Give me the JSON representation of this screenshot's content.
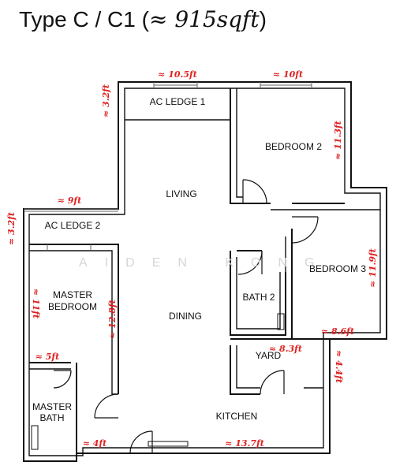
{
  "title": {
    "prefix": "Type C / C1 (",
    "approx": "≈ ",
    "area": "915sqft",
    "suffix": ")"
  },
  "rooms": {
    "ac_ledge_1": "AC LEDGE 1",
    "bedroom_2": "BEDROOM 2",
    "living": "LIVING",
    "ac_ledge_2": "AC LEDGE 2",
    "master_bedroom_line1": "MASTER",
    "master_bedroom_line2": "BEDROOM",
    "dining": "DINING",
    "bath_2": "BATH 2",
    "bedroom_3": "BEDROOM 3",
    "yard": "YARD",
    "master_bath_line1": "MASTER",
    "master_bath_line2": "BATH",
    "kitchen": "KITCHEN"
  },
  "dimensions": {
    "ac_ledge_1_width": "≈ 10.5ft",
    "ac_ledge_1_depth": "≈ 3.2ft",
    "bedroom_2_width": "≈ 10ft",
    "bedroom_2_depth": "≈ 11.3ft",
    "ac_ledge_2_width": "≈ 9ft",
    "ac_ledge_2_depth": "≈ 3.2ft",
    "master_bedroom_depth": "≈ 11ft",
    "master_bedroom_width": "≈ 12.8ft",
    "master_passage": "≈ 5ft",
    "bedroom_3_depth": "≈ 11.9ft",
    "bedroom_3_width": "≈ 8.6ft",
    "yard_width": "≈ 8.3ft",
    "yard_depth": "≈ 4.4ft",
    "master_bath_width": "≈ 4ft",
    "kitchen_width": "≈ 13.7ft"
  },
  "watermark": "AIDEN KONG",
  "colors": {
    "wall": "#111111",
    "dimension": "#e02020",
    "watermark": "#d6d6d6"
  }
}
